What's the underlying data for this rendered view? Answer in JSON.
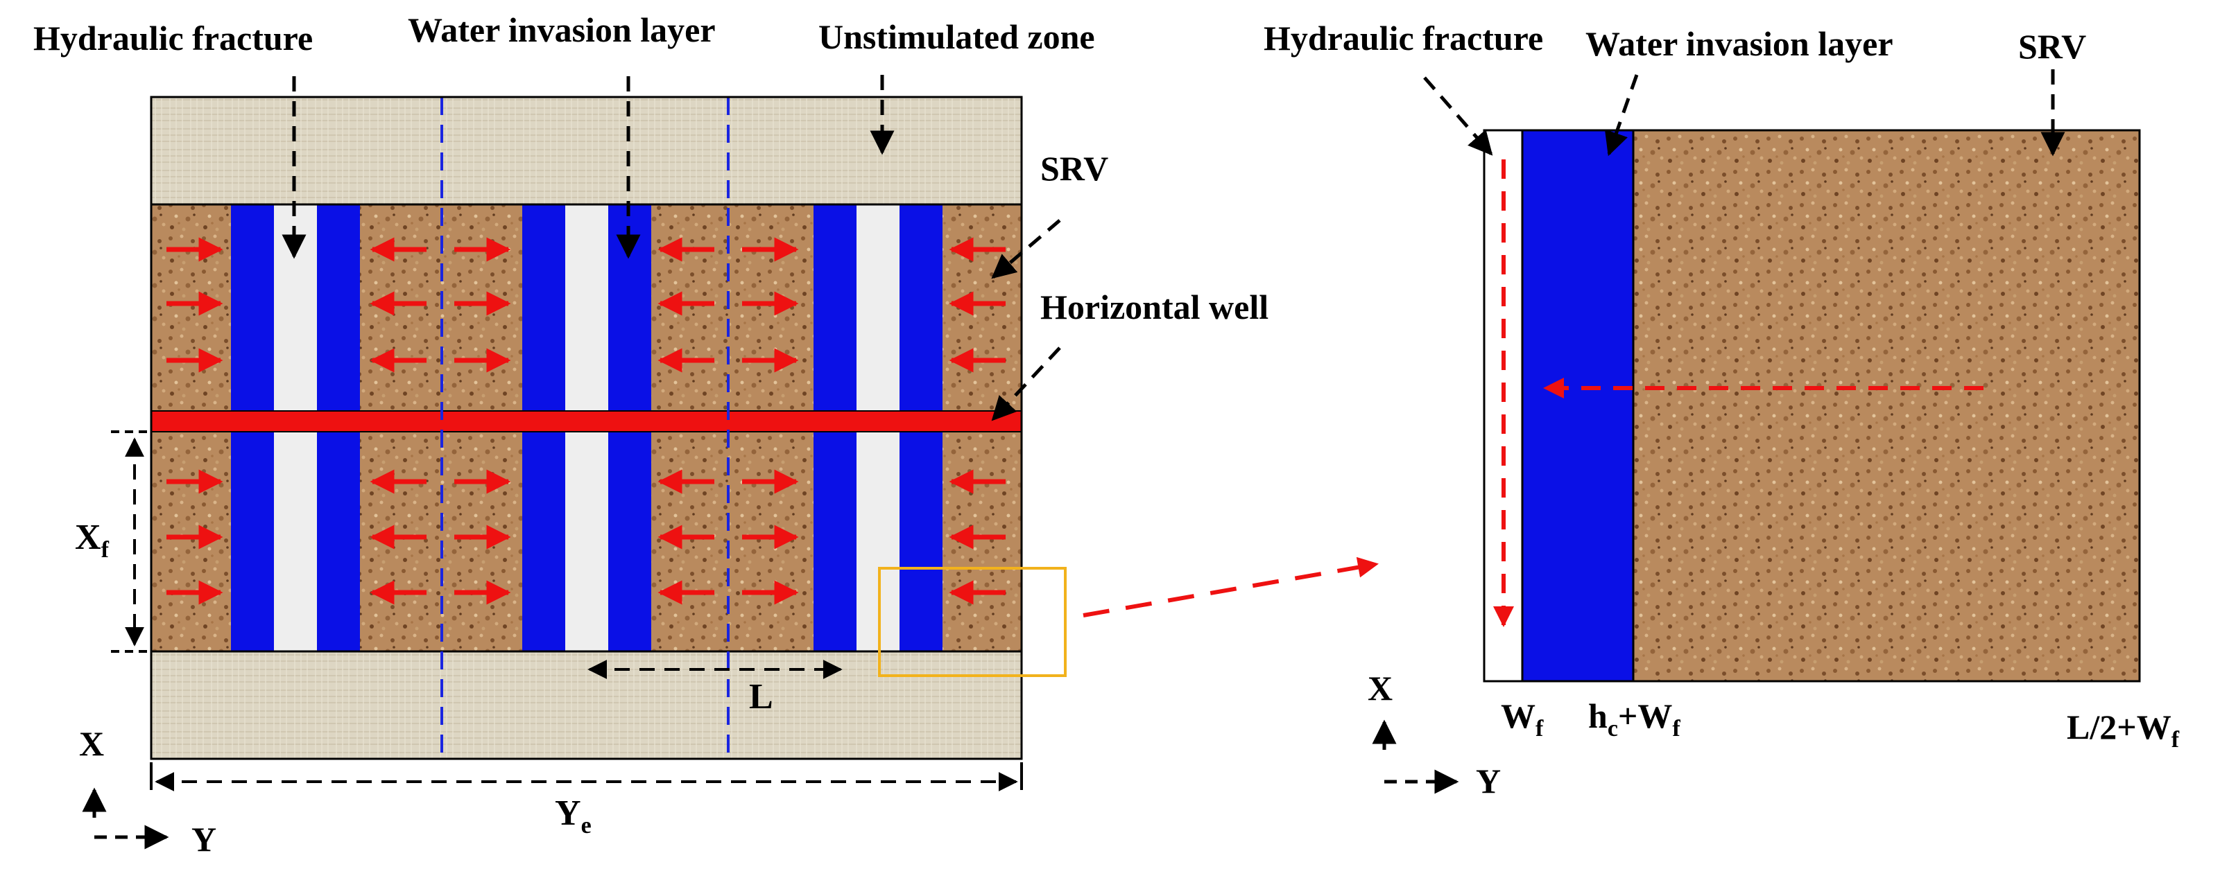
{
  "left_panel": {
    "labels": {
      "hydraulic_fracture": "Hydraulic fracture",
      "water_invasion_layer": "Water invasion layer",
      "unstimulated_zone": "Unstimulated zone",
      "srv": "SRV",
      "horizontal_well": "Horizontal well",
      "xf": "X",
      "xf_sub": "f",
      "l": "L",
      "ye": "Y",
      "ye_sub": "e"
    },
    "axes": {
      "x": "X",
      "y": "Y"
    }
  },
  "right_panel": {
    "labels": {
      "hydraulic_fracture": "Hydraulic fracture",
      "water_invasion_layer": "Water invasion layer",
      "srv": "SRV",
      "wf": "W",
      "wf_sub": "f",
      "hc_wf_h": "h",
      "hc_wf_c": "c",
      "hc_wf_plus": "+W",
      "hc_wf_f": "f",
      "l2_wf": "L/2+W",
      "l2_wf_sub": "f"
    },
    "axes": {
      "x": "X",
      "y": "Y"
    }
  },
  "colors": {
    "matrix_srv": "#b98a5e",
    "unstimulated": "#ddd6c3",
    "water_invasion": "#0a10e6",
    "fracture": "#eeeeee",
    "well": "#ee1111",
    "flow_arrow": "#ee1111",
    "highlight_box": "#f2b21c",
    "boundary_line": "#1a25e0"
  }
}
